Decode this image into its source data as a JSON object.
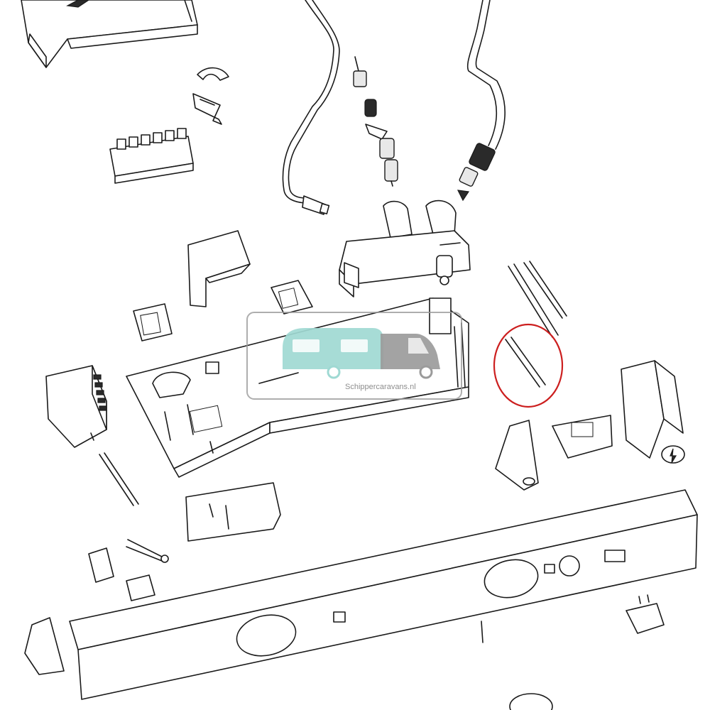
{
  "watermark": {
    "text": "Schippercaravans.nl",
    "colors": {
      "caravan": "#9fd9d3",
      "van": "#9b9b9b",
      "frame": "#9a9a9a"
    }
  },
  "highlight": {
    "shape": "ellipse",
    "color": "#cc1f1f",
    "target": "rod"
  }
}
